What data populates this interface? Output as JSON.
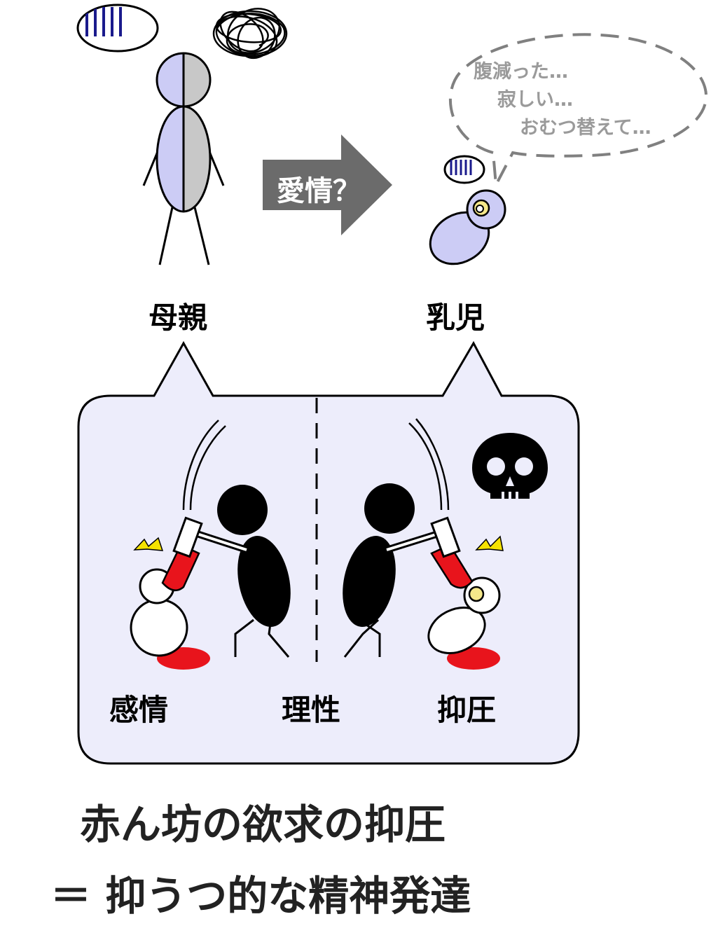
{
  "colors": {
    "body_lavender": "#ccccf5",
    "body_gray": "#c8c8c8",
    "panel_fill": "#ededfb",
    "arrow_gray": "#6b6b6b",
    "blood_red": "#e8141c",
    "spark_yellow": "#f5e200",
    "stripe_blue": "#1a1a8c",
    "thought_gray": "#999999"
  },
  "arrow": {
    "label": "愛情？"
  },
  "mother": {
    "label": "母親"
  },
  "infant": {
    "label": "乳児"
  },
  "thought_bubble": {
    "lines": [
      "腹減った…",
      "寂しい…",
      "おむつ替えて…"
    ]
  },
  "panel": {
    "labels": {
      "emotion": "感情",
      "reason": "理性",
      "suppression": "抑圧"
    },
    "icon": "skull-icon"
  },
  "caption": {
    "line1": "赤ん坊の欲求の抑圧",
    "line2": "＝ 抑うつ的な精神発達"
  }
}
